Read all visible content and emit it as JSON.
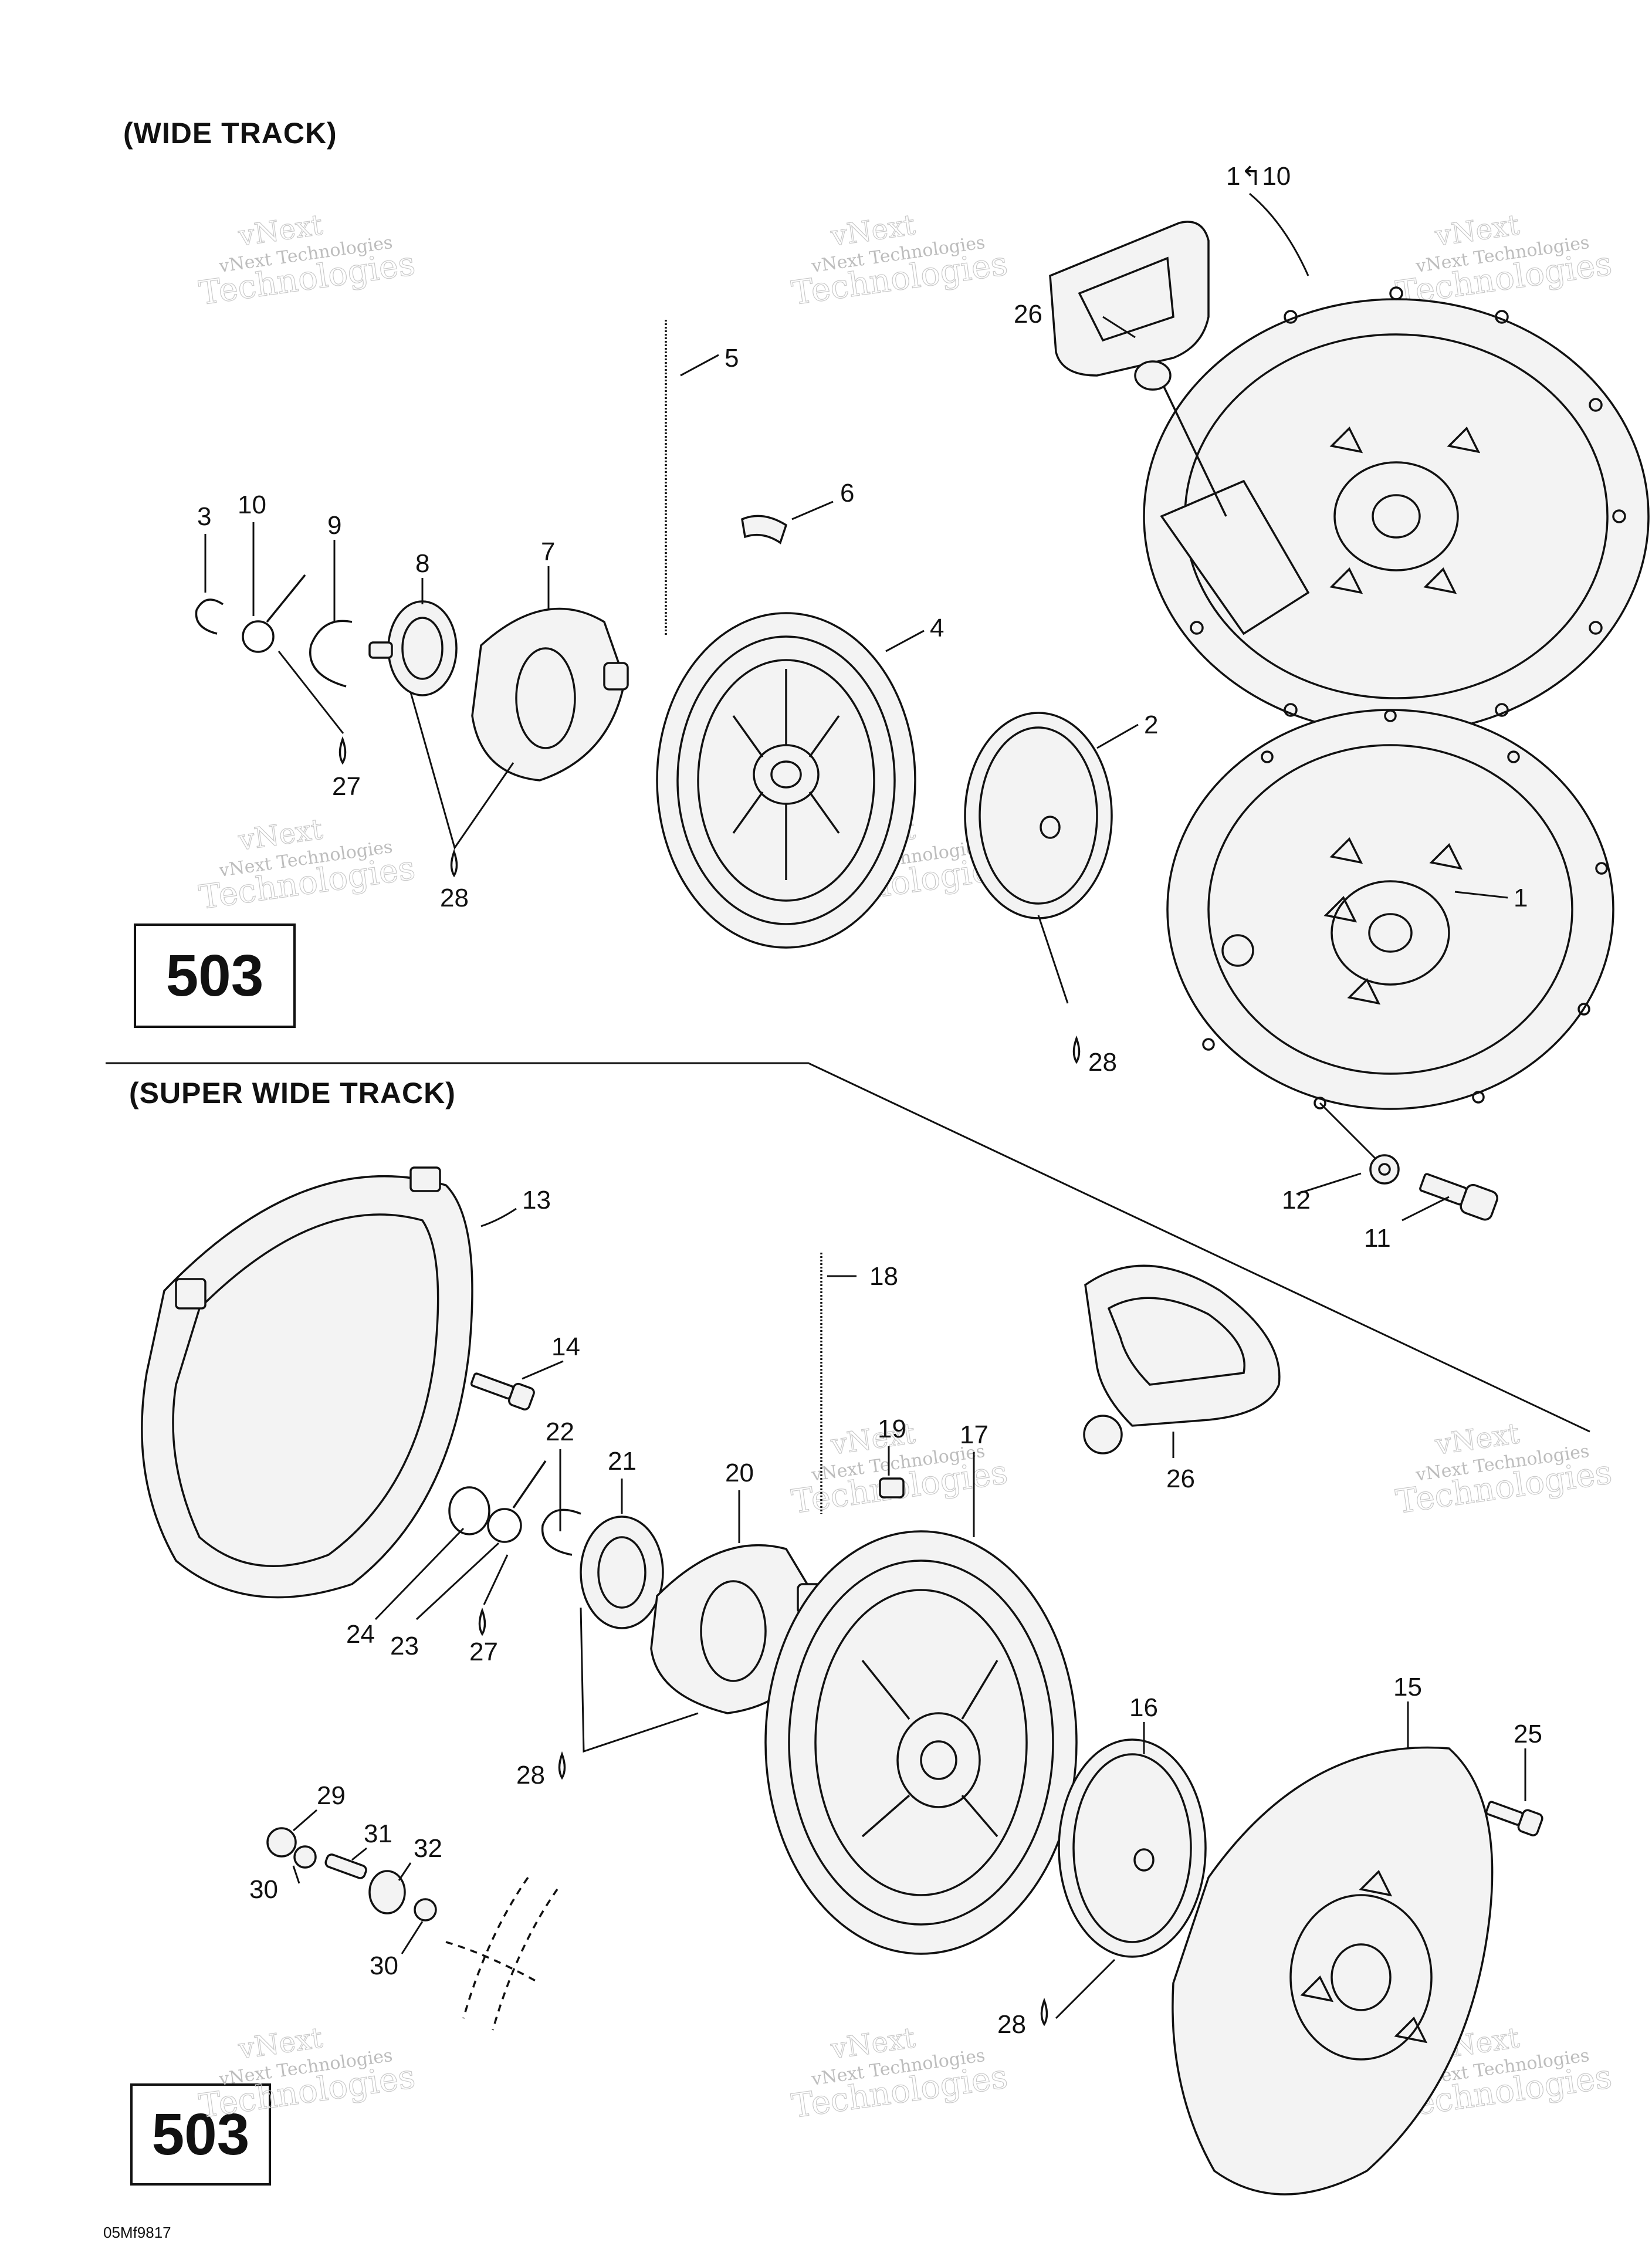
{
  "sections": {
    "wide_track": {
      "title": "(WIDE TRACK)",
      "box_label": "503"
    },
    "super_wide_track": {
      "title": "(SUPER WIDE TRACK)",
      "box_label": "503"
    }
  },
  "figure_code": "05Mf9817",
  "watermark": {
    "line1": "vNext",
    "line2": "vNext Technologies",
    "line3": "Technologies"
  },
  "callouts_wide": [
    "1↰10",
    "26",
    "5",
    "6",
    "3",
    "10",
    "9",
    "8",
    "7",
    "4",
    "2",
    "27",
    "28",
    "1",
    "28",
    "12",
    "11"
  ],
  "callouts_super": [
    "13",
    "18",
    "14",
    "22",
    "21",
    "20",
    "19",
    "17",
    "26",
    "24",
    "23",
    "27",
    "28",
    "16",
    "15",
    "25",
    "29",
    "31",
    "32",
    "30",
    "30",
    "28"
  ]
}
